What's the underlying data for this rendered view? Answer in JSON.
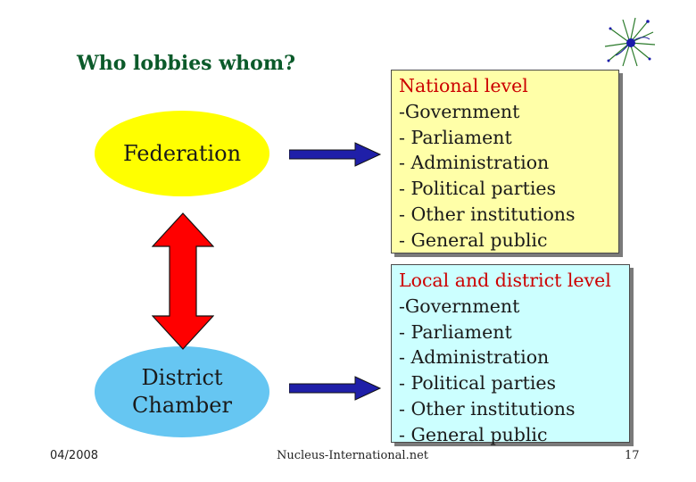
{
  "title": "Who lobbies whom?",
  "nodes": {
    "federation": "Federation",
    "district_line1": "District",
    "district_line2": "Chamber"
  },
  "national": {
    "heading": "National level",
    "items": [
      "-Government",
      "- Parliament",
      "- Administration",
      "- Political parties",
      "- Other institutions",
      "- General public"
    ]
  },
  "local": {
    "heading": "Local and district level",
    "items": [
      "-Government",
      "- Parliament",
      "- Administration",
      "- Political parties",
      "- Other institutions",
      "- General public"
    ]
  },
  "footer": {
    "date": "04/2008",
    "site": "Nucleus-International.net",
    "page": "17"
  },
  "colors": {
    "title": "#0b5a2a",
    "federation_fill": "#ffff00",
    "district_fill": "#66c6f2",
    "double_arrow": "#ff0000",
    "pointer_arrow": "#1f1fa8",
    "national_box": "#ffffa8",
    "local_box": "#ccffff",
    "box_heading": "#cc0000"
  }
}
